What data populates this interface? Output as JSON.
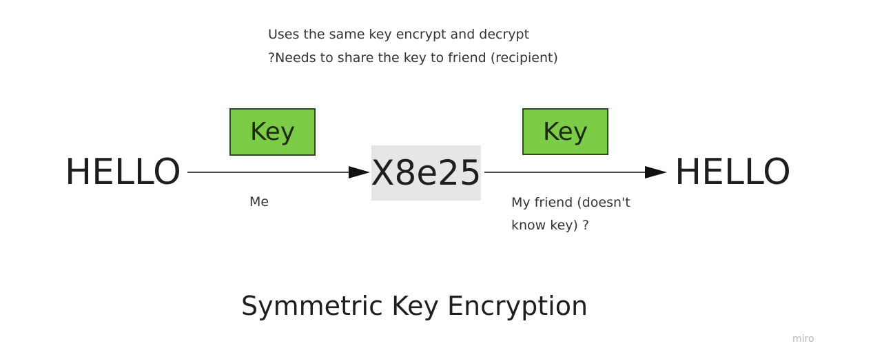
{
  "notes": {
    "line1": "Uses the same key encrypt and decrypt",
    "line2": "?Needs to share the key to friend (recipient)"
  },
  "plaintext_left": "HELLO",
  "plaintext_right": "HELLO",
  "ciphertext": "X8e25",
  "key_left": "Key",
  "key_right": "Key",
  "label_sender": "Me",
  "label_recipient_line1": "My friend (doesn't",
  "label_recipient_line2": "know key) ?",
  "title": "Symmetric Key Encryption",
  "watermark": "miro",
  "colors": {
    "key_fill": "#7ccc48",
    "key_border": "#2f4a22",
    "cipher_bg": "#e6e6e6"
  }
}
